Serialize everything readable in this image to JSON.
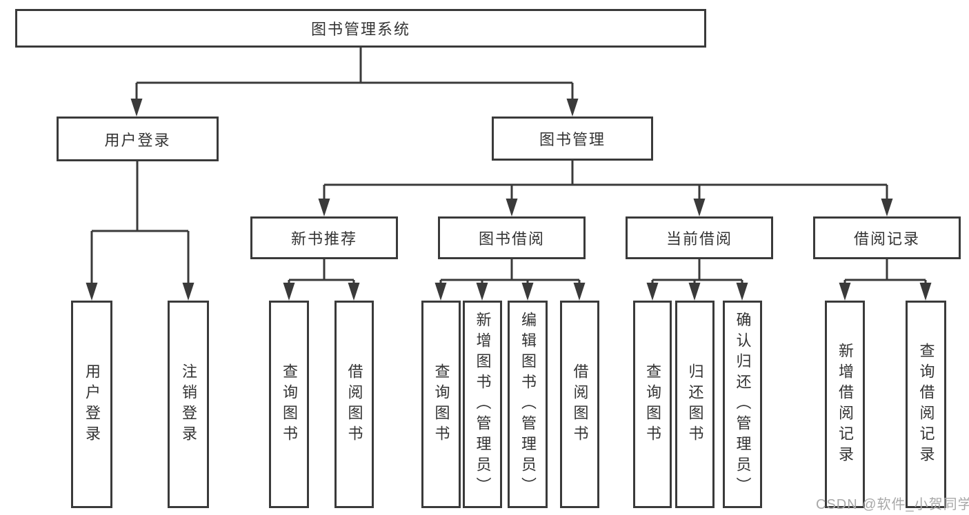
{
  "colors": {
    "line": "#3a3a3a",
    "border": "#3a3a3a",
    "fill": "#ffffff",
    "text": "#333333",
    "bg": "#ffffff",
    "watermark": "#a8a8a8"
  },
  "nodes": {
    "root": "图书管理系统",
    "level2": [
      "用户登录",
      "图书管理"
    ],
    "level3": [
      "新书推荐",
      "图书借阅",
      "当前借阅",
      "借阅记录"
    ],
    "leaves": [
      "用户登录",
      "注销登录",
      "查询图书",
      "借阅图书",
      "查询图书",
      "新增图书（管理员）",
      "编辑图书（管理员）",
      "借阅图书",
      "查询图书",
      "归还图书",
      "确认归还（管理员）",
      "新增借阅记录",
      "查询借阅记录"
    ]
  },
  "watermark": "CSDN @软件_小贺同学"
}
